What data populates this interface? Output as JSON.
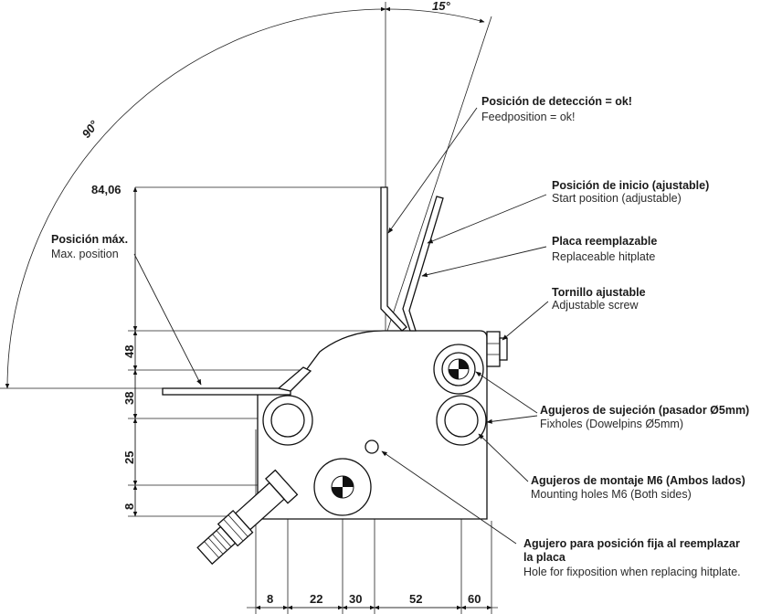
{
  "angles": {
    "a90": "90°",
    "a15": "15°"
  },
  "dimensions": {
    "height_84": "84,06",
    "v48": "48",
    "v38": "38",
    "v25": "25",
    "v8": "8",
    "h8": "8",
    "h22": "22",
    "h30": "30",
    "h52": "52",
    "h60": "60"
  },
  "callouts": {
    "detection": {
      "es": "Posición de detección = ok!",
      "en": "Feedposition = ok!"
    },
    "start": {
      "es": "Posición de inicio (ajustable)",
      "en": "Start position (adjustable)"
    },
    "hitplate": {
      "es": "Placa reemplazable",
      "en": "Replaceable hitplate"
    },
    "screw": {
      "es": "Tornillo ajustable",
      "en": "Adjustable screw"
    },
    "max": {
      "es": "Posición máx.",
      "en": "Max. position"
    },
    "fixholes": {
      "es": "Agujeros de sujeción (pasador Ø5mm)",
      "en": "Fixholes (Dowelpins Ø5mm)"
    },
    "mounting": {
      "es": "Agujeros de montaje M6 (Ambos lados)",
      "en": "Mounting holes M6 (Both sides)"
    },
    "fixhole": {
      "es_line1": "Agujero para posición fija al reemplazar",
      "es_line2": "la placa",
      "en": "Hole for fixposition when replacing hitplate."
    }
  }
}
